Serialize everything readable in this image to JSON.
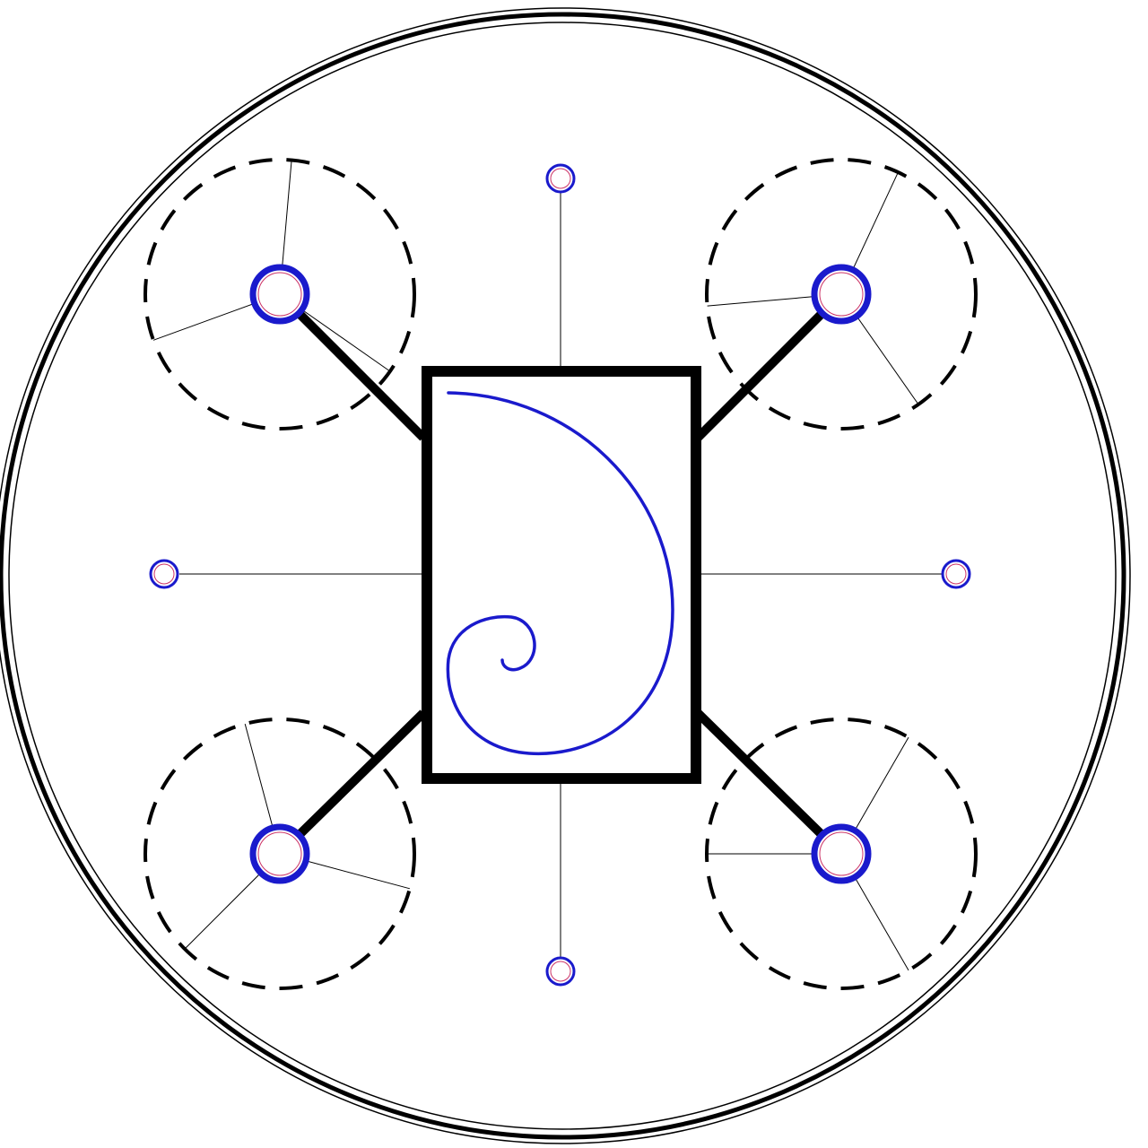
{
  "diagram": {
    "type": "quadcopter-top-view",
    "colors": {
      "background": "#ffffff",
      "frame": "#000000",
      "accent": "#1a1acc",
      "motor_inner": "#cc3366"
    },
    "rotors": [
      {
        "id": "front-left",
        "blade_angles": [
          200,
          325,
          85
        ]
      },
      {
        "id": "front-right",
        "blade_angles": [
          65,
          185,
          305
        ]
      },
      {
        "id": "rear-left",
        "blade_angles": [
          225,
          345,
          105
        ]
      },
      {
        "id": "rear-right",
        "blade_angles": [
          300,
          180,
          60
        ]
      }
    ],
    "markers": [
      "top",
      "left",
      "right",
      "bottom"
    ],
    "icons": {
      "body_logo": "spiral-icon"
    }
  }
}
